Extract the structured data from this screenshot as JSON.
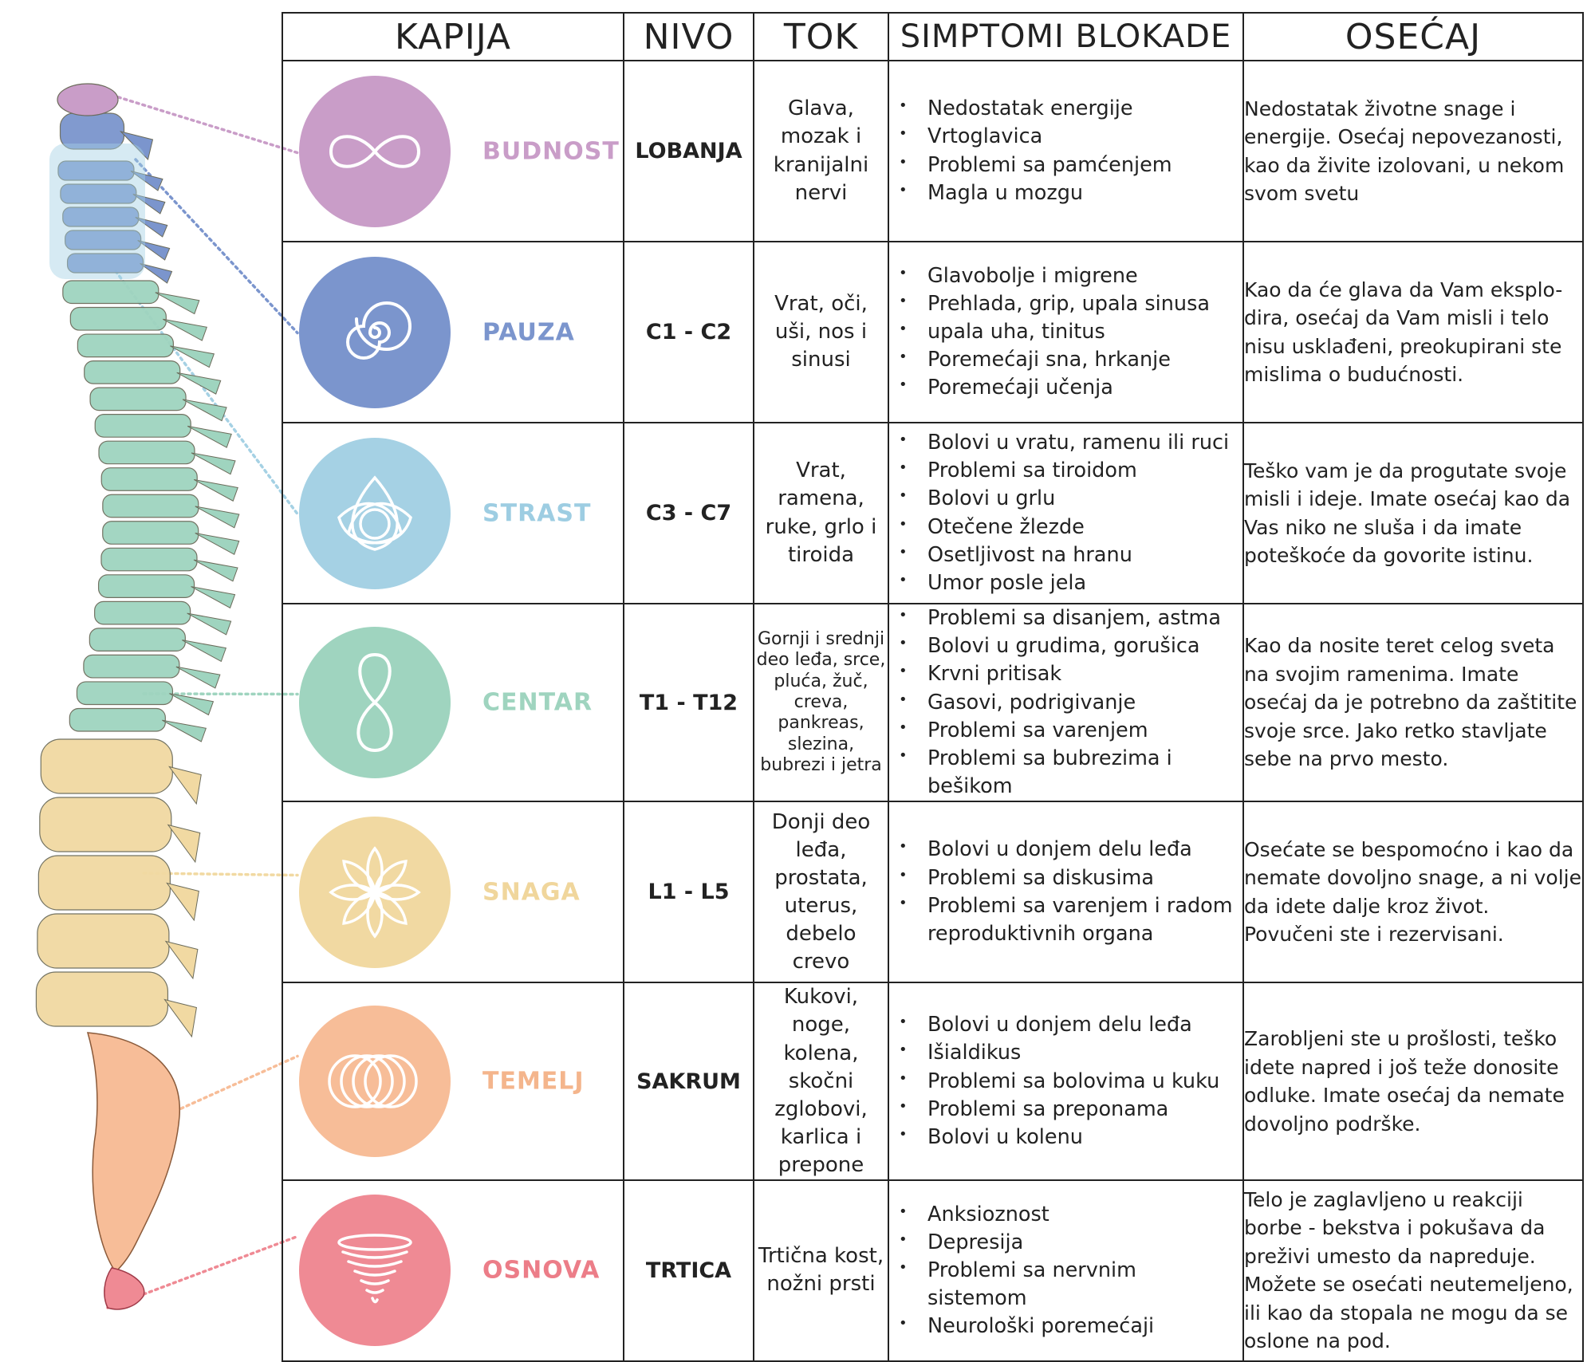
{
  "headers": {
    "gate": "KAPIJA",
    "level": "NIVO",
    "flow": "TOK",
    "symptoms": "SIMPTOMI BLOKADE",
    "feeling": "OSEĆAJ"
  },
  "rows": [
    {
      "gate": "BUDNOST",
      "level": "LOBANJA",
      "flow": "Glava, mozak i kranijalni nervi",
      "symbol": "infinity-icon",
      "color": "#c99dc8",
      "text_color": "#c99dc8",
      "symptoms": [
        "Nedostatak energije",
        "Vrtoglavica",
        "Problemi sa pamćenjem",
        "Magla u mozgu"
      ],
      "feeling": "Nedostatak životne snage i energije. Osećaj nepovezanosti, kao da živite izolovani, u nekom svom svetu"
    },
    {
      "gate": "PAUZA",
      "level": "C1 - C2",
      "flow": "Vrat, oči, uši, nos i sinusi",
      "symbol": "spiral-icon",
      "color": "#7b95cd",
      "text_color": "#7b95cd",
      "symptoms": [
        "Glavobolje i migrene",
        "Prehlada, grip, upala sinusa",
        "upala uha, tinitus",
        "Poremećaji sna, hrkanje",
        "Poremećaji učenja"
      ],
      "feeling": "Kao da će glava da Vam eksplo-dira, osećaj da Vam misli i telo nisu usklađeni, preokupirani ste mislima o budućnosti."
    },
    {
      "gate": "STRAST",
      "level": "C3 - C7",
      "flow": "Vrat, ramena, ruke, grlo i tiroida",
      "symbol": "triquetra-icon",
      "color": "#a5d1e4",
      "text_color": "#9dcde2",
      "symptoms": [
        "Bolovi u vratu, ramenu ili ruci",
        "Problemi sa tiroidom",
        "Bolovi u grlu",
        "Otečene žlezde",
        "Osetljivost na hranu",
        "Umor posle jela"
      ],
      "feeling": "Teško vam je da progutate svoje misli i ideje. Imate osećaj kao da Vas niko ne sluša i da imate poteškoće da govorite istinu."
    },
    {
      "gate": "CENTAR",
      "level": "T1 - T12",
      "flow": "Gornji i srednji deo leđa, srce, pluća, žuč, creva, pankreas, slezina, bubrezi i jetra",
      "symbol": "figure-eight-icon",
      "color": "#9fd4bf",
      "text_color": "#9fd4bf",
      "symptoms": [
        "Problemi sa disanjem, astma",
        "Bolovi u grudima, gorušica",
        "Krvni pritisak",
        "Gasovi, podrigivanje",
        "Problemi sa varenjem",
        "Problemi sa bubrezima i bešikom"
      ],
      "feeling": "Kao da nosite teret celog sveta na svojim ramenima. Imate osećaj da je potrebno da zaštitite svoje srce. Jako retko stavljate sebe na prvo mesto."
    },
    {
      "gate": "SNAGA",
      "level": "L1 - L5",
      "flow": "Donji deo leđa, prostata, uterus, debelo crevo",
      "symbol": "flower-icon",
      "color": "#f1d9a2",
      "text_color": "#f0d69c",
      "symptoms": [
        "Bolovi u donjem delu leđa",
        "Problemi sa diskusima",
        "Problemi sa varenjem i radom reproduktivnih organa"
      ],
      "feeling": "Osećate se bespomoćno i kao da nemate dovoljno snage, a ni volje da idete dalje kroz život. Povučeni ste i rezervisani."
    },
    {
      "gate": "TEMELJ",
      "level": "SAKRUM",
      "flow": "Kukovi, noge, kolena, skočni zglobovi, karlica i prepone",
      "symbol": "rings-icon",
      "color": "#f7bd98",
      "text_color": "#f4b58c",
      "symptoms": [
        "Bolovi u donjem delu leđa",
        "Išialdikus",
        "Problemi sa bolovima u kuku",
        "Problemi sa preponama",
        "Bolovi u kolenu"
      ],
      "feeling": "Zarobljeni ste u prošlosti, teško idete napred i još teže donosite odluke. Imate osećaj da nemate dovoljno podrške."
    },
    {
      "gate": "OSNOVA",
      "level": "TRTICA",
      "flow": "Trtična kost, nožni prsti",
      "symbol": "tornado-icon",
      "color": "#ef8a94",
      "text_color": "#ec7d88",
      "symptoms": [
        "Anksioznost",
        "Depresija",
        "Problemi sa nervnim sistemom",
        "Neurološki poremećaji"
      ],
      "feeling": "Telo je zaglavljeno u reakciji borbe - bekstva i pokušava da preživi umesto da napreduje. Možete se osećati neutemeljeno, ili kao da stopala ne mogu da se oslone na pod."
    }
  ]
}
